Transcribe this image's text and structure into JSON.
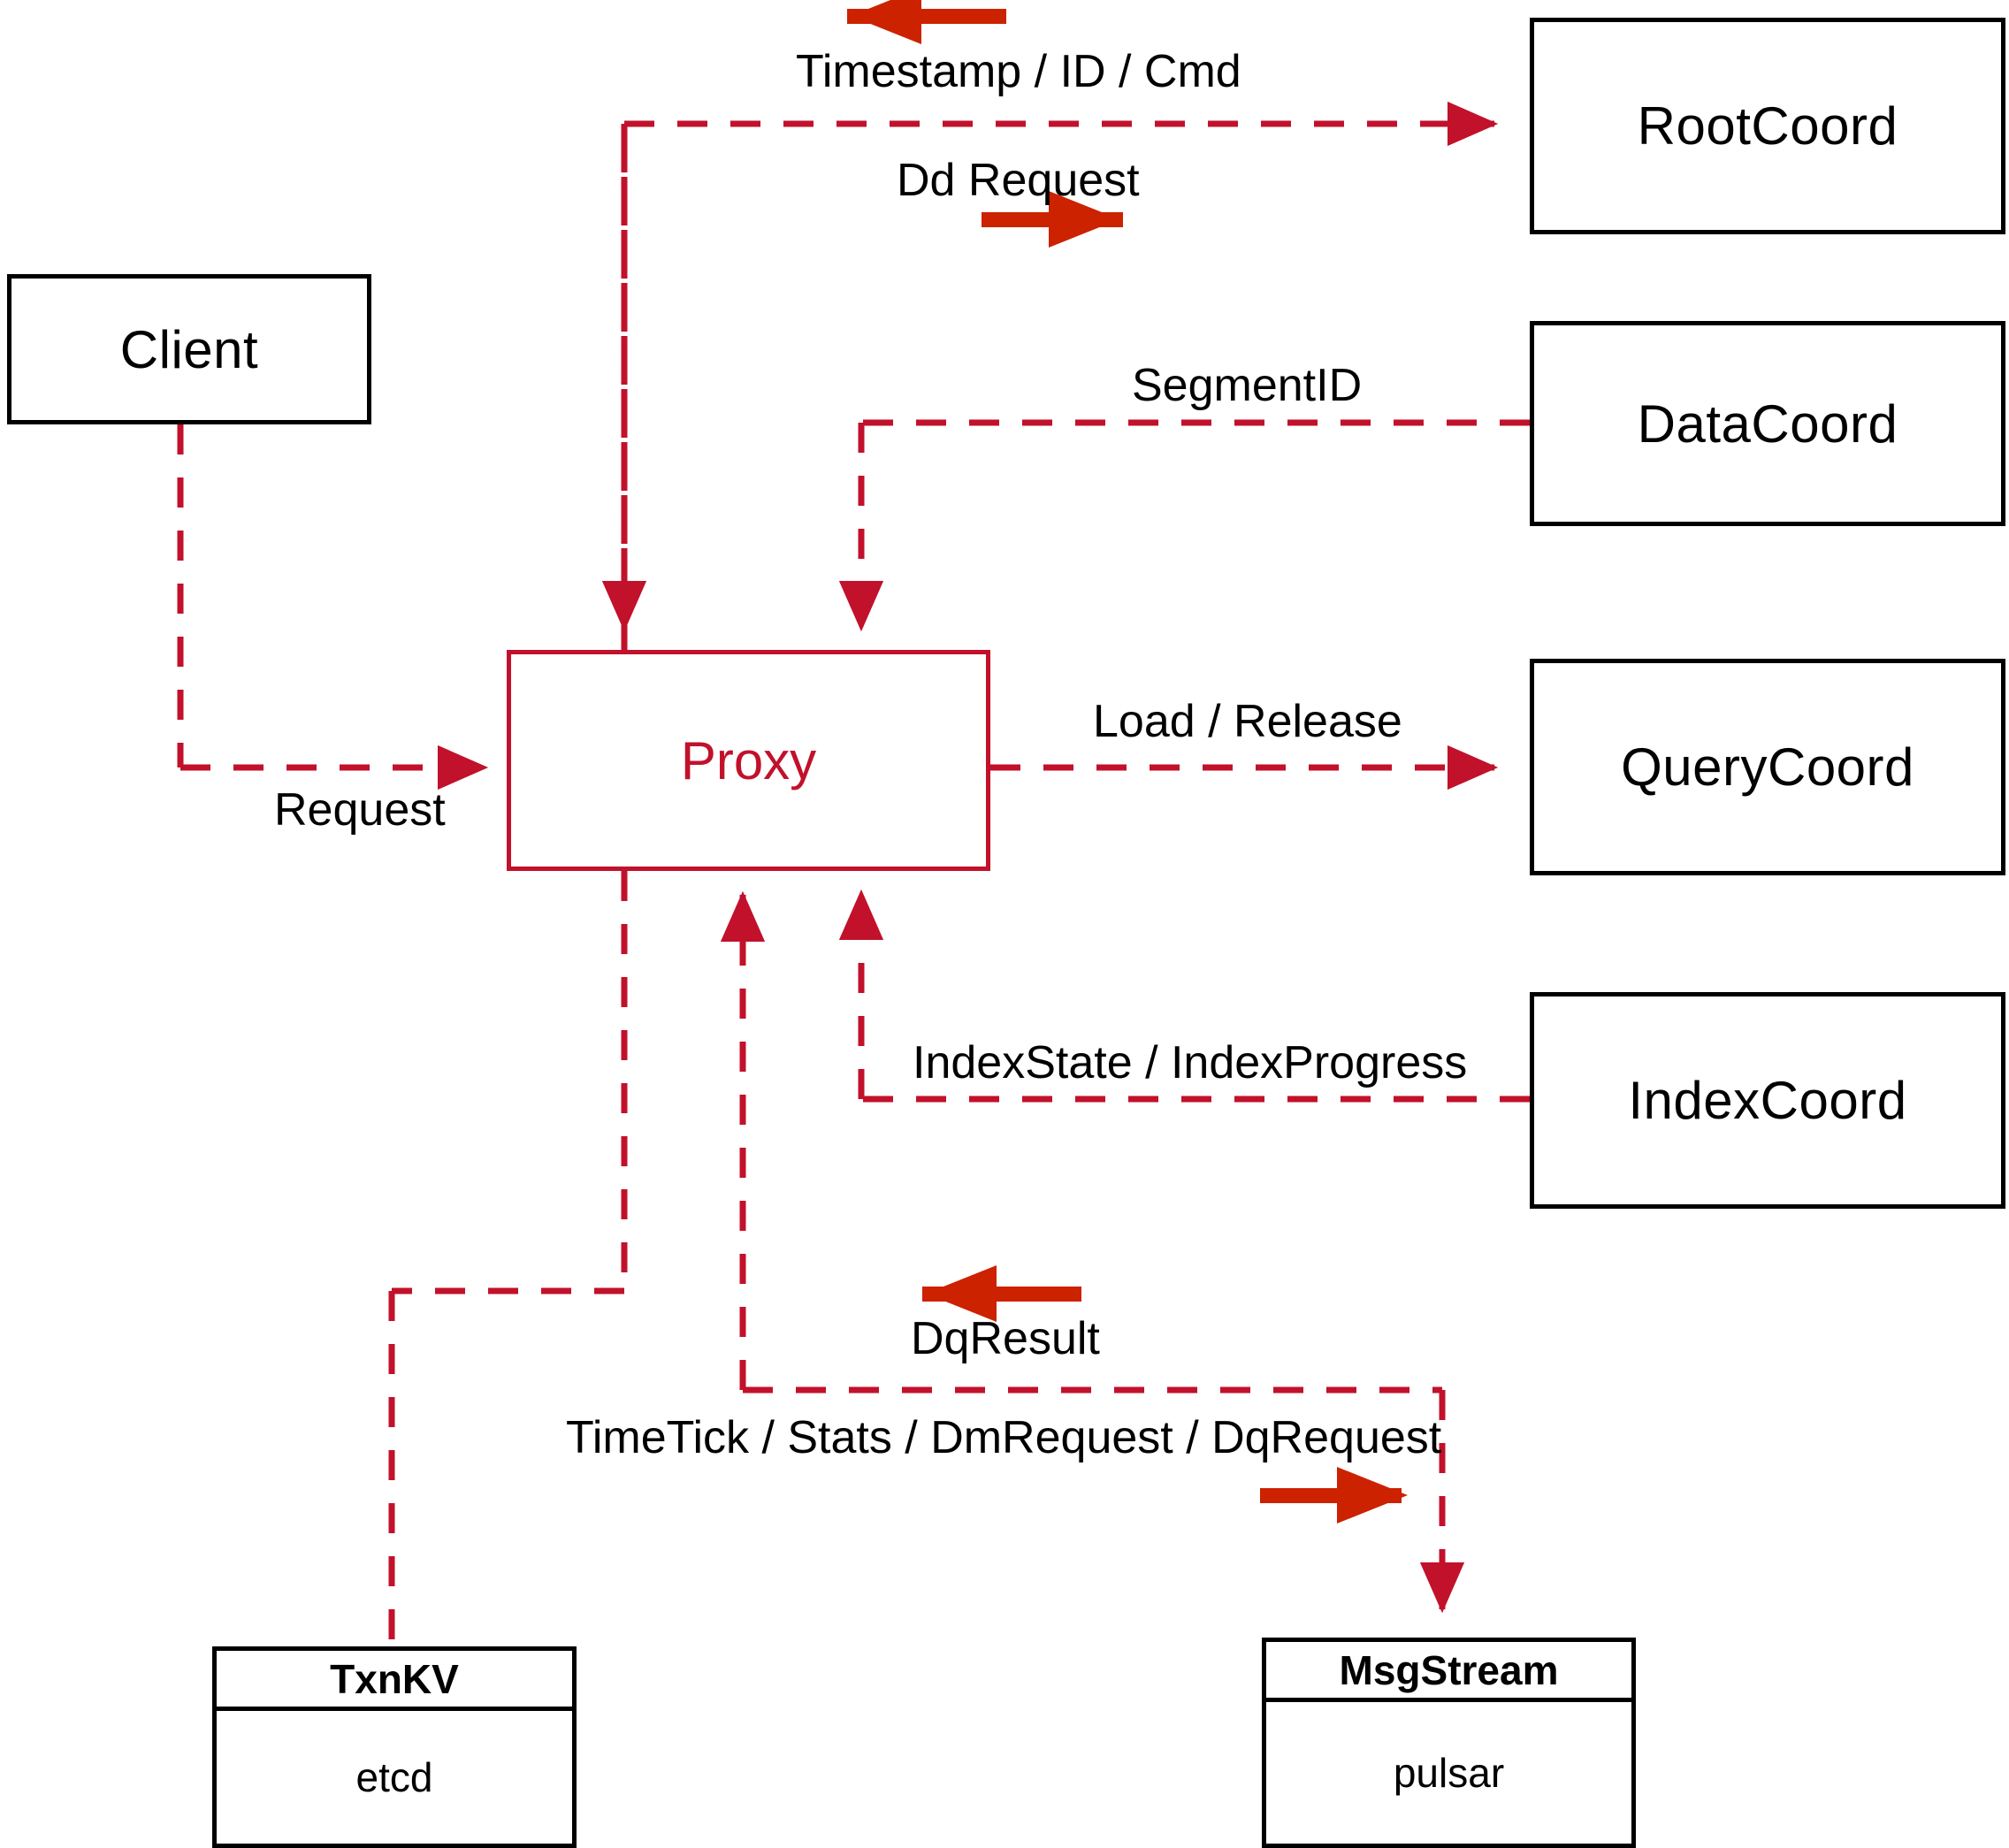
{
  "diagram": {
    "title": "Milvus Proxy interaction diagram",
    "colors": {
      "accent_red": "#c2112b",
      "arrow_red": "#cc2200",
      "node_black": "#000000",
      "background": "#ffffff"
    },
    "nodes": [
      {
        "id": "client",
        "label": "Client",
        "style": "black"
      },
      {
        "id": "proxy",
        "label": "Proxy",
        "style": "red"
      },
      {
        "id": "rootcoord",
        "label": "RootCoord",
        "style": "black"
      },
      {
        "id": "datacoord",
        "label": "DataCoord",
        "style": "black"
      },
      {
        "id": "querycoord",
        "label": "QueryCoord",
        "style": "black"
      },
      {
        "id": "indexcoord",
        "label": "IndexCoord",
        "style": "black"
      }
    ],
    "split_nodes": [
      {
        "id": "txnkv",
        "header": "TxnKV",
        "body": "etcd"
      },
      {
        "id": "msgstream",
        "header": "MsgStream",
        "body": "pulsar"
      }
    ],
    "edge_labels": [
      {
        "id": "timestamp-id-cmd",
        "text": "Timestamp / ID / Cmd"
      },
      {
        "id": "dd-request",
        "text": "Dd Request"
      },
      {
        "id": "segmentid",
        "text": "SegmentID"
      },
      {
        "id": "request",
        "text": "Request"
      },
      {
        "id": "load-release",
        "text": "Load / Release"
      },
      {
        "id": "index-state",
        "text": "IndexState / IndexProgress"
      },
      {
        "id": "dq-result",
        "text": "DqResult"
      },
      {
        "id": "timetick-stats",
        "text": "TimeTick / Stats / DmRequest / DqRequest"
      }
    ]
  }
}
